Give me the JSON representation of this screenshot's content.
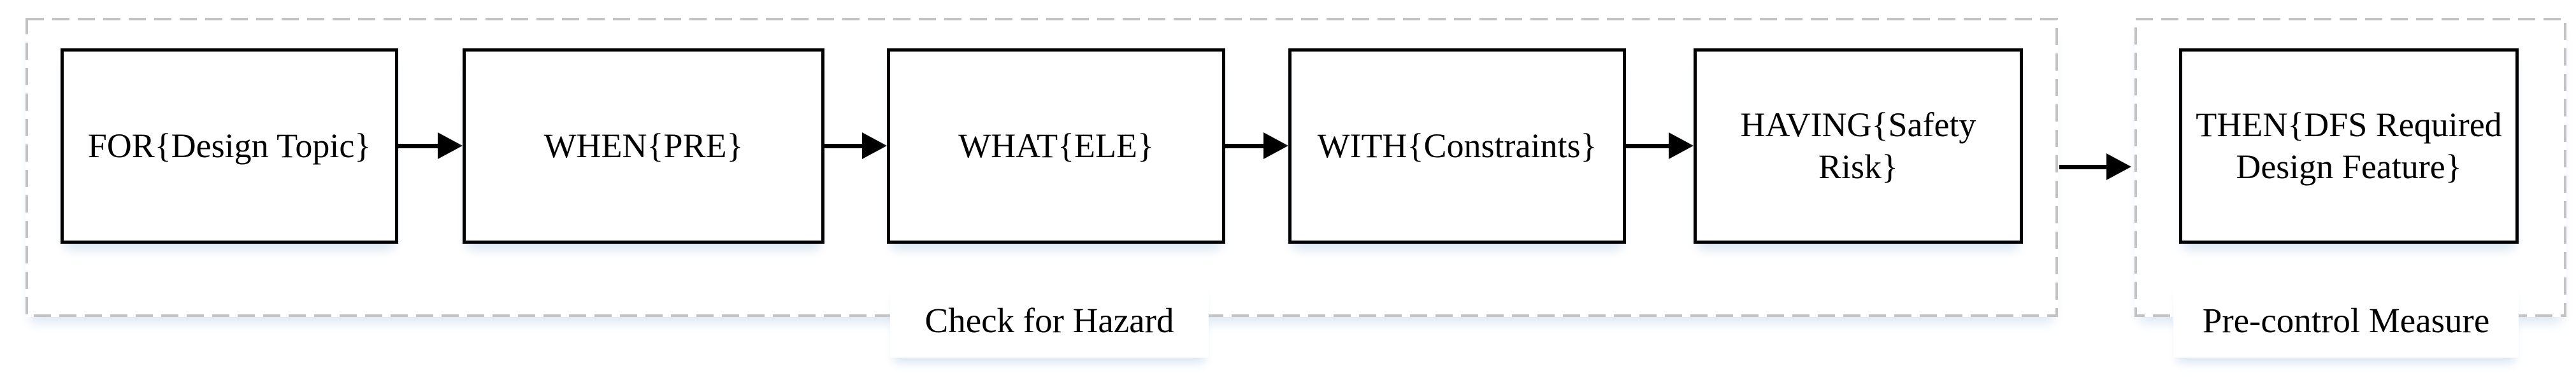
{
  "diagram": {
    "colors": {
      "box_border": "#000000",
      "box_fill": "#ffffff",
      "dashed_border": "#c3c3c3",
      "arrow": "#000000",
      "text": "#000000",
      "label_background": "#ffffff",
      "shadow_tint": "#d9e5f4"
    },
    "hazard_group": {
      "label": "Check for Hazard",
      "boxes": [
        {
          "lines": [
            "FOR{Design Topic}"
          ]
        },
        {
          "lines": [
            "WHEN{PRE}"
          ]
        },
        {
          "lines": [
            "WHAT{ELE}"
          ]
        },
        {
          "lines": [
            "WITH{Constraints}"
          ]
        },
        {
          "lines": [
            "HAVING{Safety",
            "Risk}"
          ]
        }
      ]
    },
    "precontrol_group": {
      "label": "Pre-control Measure",
      "boxes": [
        {
          "lines": [
            "THEN{DFS Required",
            "Design Feature}"
          ]
        }
      ]
    }
  }
}
